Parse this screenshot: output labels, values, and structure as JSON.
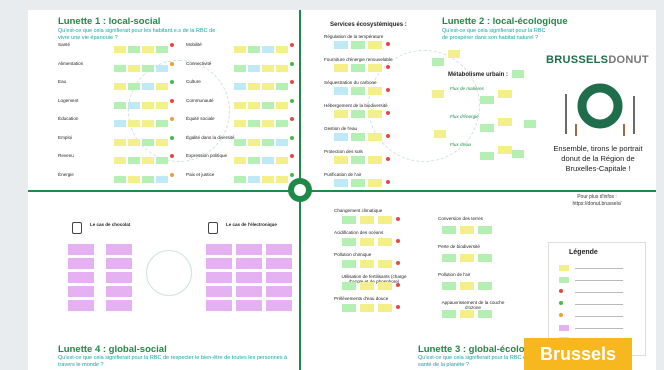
{
  "lens1": {
    "title": "Lunette 1 : local-social",
    "subtitle": "Qu'est-ce que cela signifierait pour les habitant.e.s de la RBC de vivre une vie épanouie ?",
    "col1": [
      "Santé",
      "Alimentation",
      "Eau",
      "Logement",
      "Éducation",
      "Emploi",
      "Revenu",
      "Énergie"
    ],
    "col2": [
      "Mobilité",
      "Connectivité",
      "Culture",
      "Communauté",
      "Équité sociale",
      "Égalité dans la diversité",
      "Expression politique",
      "Paix et justice"
    ]
  },
  "lens2": {
    "title": "Lunette 2 : local-écologique",
    "subtitle": "Qu'est-ce que cela signifierait pour la RBC de prospérer dans son habitat naturel ?",
    "services_title": "Services écosystémiques :",
    "services": [
      "Régulation de la température",
      "Fourniture d'énergie renouvelable",
      "Séquestration du carbone",
      "Hébergement de la biodiversité",
      "Gestion de l'eau",
      "Protection des sols",
      "Purification de l'air"
    ],
    "metabolism_title": "Métabolisme urbain :",
    "flows": [
      "Flux de matières",
      "Flux d'énergie",
      "Flux d'eau"
    ]
  },
  "lens3": {
    "title": "Lunette 3 : global-écologique",
    "subtitle": "Qu'est-ce que cela signifierait pour la RBC de respecter la santé de la planète ?",
    "col1": [
      "Changement climatique",
      "Acidification des océans",
      "Pollution chimique",
      "Utilisation de fertilisants (charge d'azote et de phosphore)",
      "Prélèvements d'eau douce"
    ],
    "col2": [
      "Conversion des terres",
      "Perte de biodiversité",
      "Pollution de l'air",
      "Appauvrissement de la couche d'ozone"
    ]
  },
  "lens4": {
    "title": "Lunette 4 : global-social",
    "subtitle": "Qu'est-ce que cela signifierait pour la RBC de respecter le bien-être de toutes les personnes à travers le monde ?",
    "case1": "Le cas de chocolat",
    "case2": "Le cas de l'électronique"
  },
  "side": {
    "brand_a": "BRUSSELS",
    "brand_b": "DONUT",
    "headline": "Ensemble, tirons le portrait donut de la Région de Bruxelles-Capitale !",
    "info": "Pour plus d'infos : https://donut.brussels/",
    "legend_title": "Légende"
  },
  "badge": "Brussels",
  "colors": {
    "green": "#1e8a47",
    "teal": "#1aa3a3",
    "badge": "#f6b81e"
  }
}
